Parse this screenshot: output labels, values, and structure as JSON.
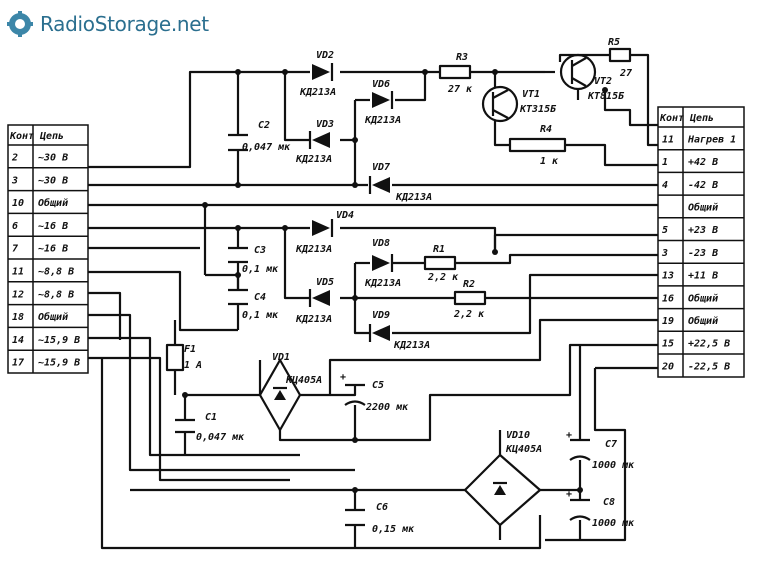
{
  "logo": {
    "text": "RadioStorage.net",
    "icon": "gear-wrench-icon"
  },
  "left_table": {
    "headers": [
      "Конт",
      "Цепь"
    ],
    "rows": [
      [
        "2",
        "~30 В"
      ],
      [
        "3",
        "~30 В"
      ],
      [
        "10",
        "Общий"
      ],
      [
        "6",
        "~16 В"
      ],
      [
        "7",
        "~16 В"
      ],
      [
        "11",
        "~8,8 В"
      ],
      [
        "12",
        "~8,8 В"
      ],
      [
        "18",
        "Общий"
      ],
      [
        "14",
        "~15,9 В"
      ],
      [
        "17",
        "~15,9 В"
      ]
    ]
  },
  "right_table": {
    "headers": [
      "Конт",
      "Цепь"
    ],
    "rows": [
      [
        "11",
        "Нагрев 1"
      ],
      [
        "1",
        "+42 В"
      ],
      [
        "4",
        "-42 В"
      ],
      [
        "",
        "Общий"
      ],
      [
        "5",
        "+23 В"
      ],
      [
        "3",
        "-23 В"
      ],
      [
        "13",
        "+11 В"
      ],
      [
        "16",
        "Общий"
      ],
      [
        "19",
        "Общий"
      ],
      [
        "15",
        "+22,5 В"
      ],
      [
        "20",
        "-22,5 В"
      ]
    ]
  },
  "components": {
    "vd2": "VD2",
    "vd2_type": "КД213А",
    "vd3": "VD3",
    "vd3_type": "КД213А",
    "vd6": "VD6",
    "vd6_type": "КД213А",
    "vd7": "VD7",
    "vd7_type": "КД213А",
    "vd4": "VD4",
    "vd4_type": "КД213А",
    "vd5": "VD5",
    "vd5_type": "КД213А",
    "vd8": "VD8",
    "vd8_type": "КД213А",
    "vd9": "VD9",
    "vd9_type": "КД213А",
    "vd1": "VD1",
    "vd1_type": "КЦ405А",
    "vd10": "VD10",
    "vd10_type": "КЦ405А",
    "c1": "C1",
    "c1_val": "0,047 мк",
    "c2": "C2",
    "c2_val": "0,047 мк",
    "c3": "C3",
    "c3_val": "0,1 мк",
    "c4": "C4",
    "c4_val": "0,1 мк",
    "c5": "C5",
    "c5_val": "2200 мк",
    "c6": "C6",
    "c6_val": "0,15 мк",
    "c7": "C7",
    "c7_val": "1000 мк",
    "c8": "C8",
    "c8_val": "1000 мк",
    "r1": "R1",
    "r1_val": "2,2 к",
    "r2": "R2",
    "r2_val": "2,2 к",
    "r3": "R3",
    "r3_val": "27 к",
    "r4": "R4",
    "r4_val": "1 к",
    "r5": "R5",
    "r5_val": "27",
    "vt1": "VT1",
    "vt1_type": "КТ315Б",
    "vt2": "VT2",
    "vt2_type": "КТ815Б",
    "f1": "F1",
    "f1_val": "1 А",
    "plus": "+"
  }
}
